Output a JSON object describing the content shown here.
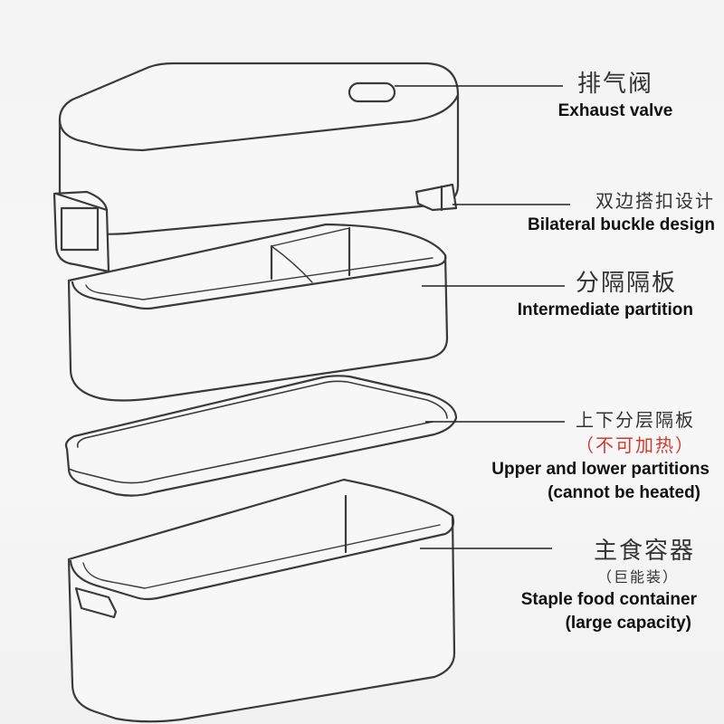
{
  "labels": {
    "exhaust_valve": {
      "zh": "排气阀",
      "en": "Exhaust valve"
    },
    "bilateral_buckle": {
      "zh": "双边搭扣设计",
      "en": "Bilateral buckle design"
    },
    "intermediate_partition": {
      "zh": "分隔隔板",
      "en": "Intermediate partition"
    },
    "layer_partition": {
      "zh": "上下分层隔板",
      "zh_note": "（不可加热）",
      "en_line1": "Upper and lower partitions",
      "en_line2": "(cannot be heated)"
    },
    "staple_container": {
      "zh": "主食容器",
      "zh_note": "（巨能装）",
      "en_line1": "Staple food container",
      "en_line2": "(large capacity)"
    }
  },
  "colors": {
    "outline": "#3a3a3a",
    "leader_line": "#222222",
    "warning_note": "#d33a2c",
    "background": "#f4f4f4"
  }
}
